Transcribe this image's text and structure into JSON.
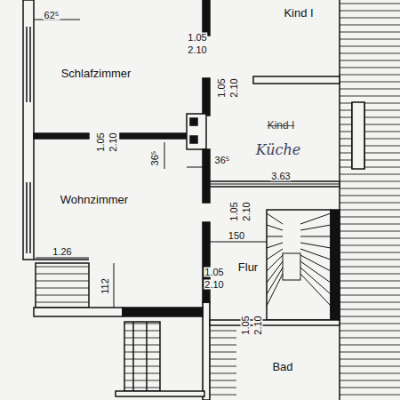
{
  "diagram": {
    "labels": [
      "Kind I",
      "62⁵",
      "1.05",
      "2.10",
      "Schlafzimmer",
      "1.05",
      "2.10",
      "Kind I",
      "Küche",
      "1.05",
      "2.10",
      "36⁵",
      "36⁵",
      "3.63",
      "Wohnzimmer",
      "1.05",
      "2.10",
      "150",
      "1.26",
      "112",
      "1.05",
      "2.10",
      "Flur",
      "1.05",
      "2.10",
      "Bad"
    ]
  }
}
